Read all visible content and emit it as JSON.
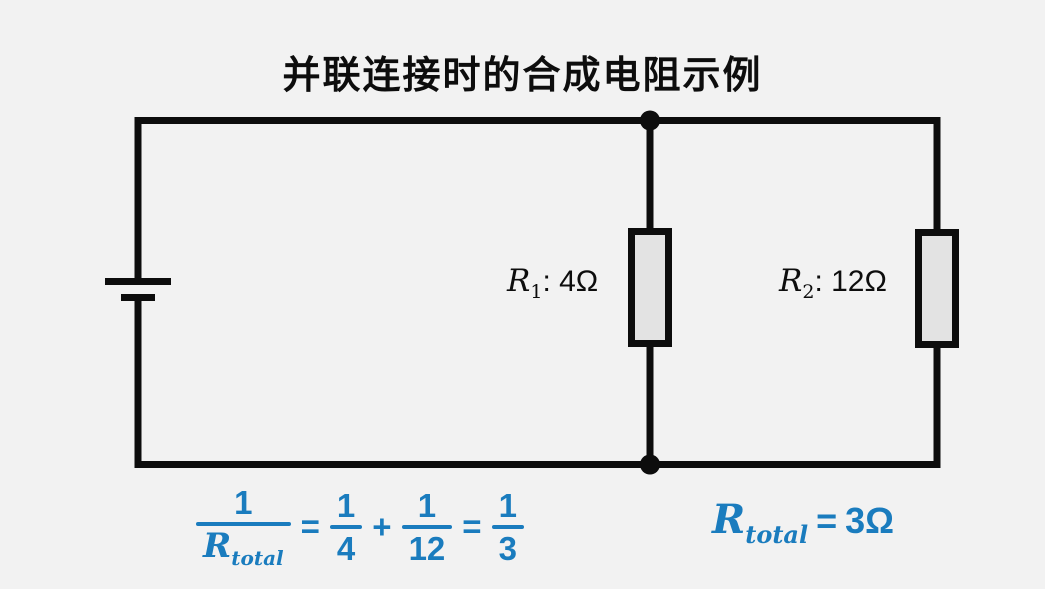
{
  "title": "并联连接时的合成电阻示例",
  "colors": {
    "bg": "#f2f2f2",
    "wire": "#0d0d0d",
    "resistor_fill": "#e3e3e3",
    "accent_blue": "#1a7cbe",
    "text": "#0d0d0d"
  },
  "resistors": [
    {
      "base": "R",
      "sub": "1",
      "value_text": ": 4Ω"
    },
    {
      "base": "R",
      "sub": "2",
      "value_text": ": 12Ω"
    }
  ],
  "formula_left": {
    "num1": "1",
    "den1_base": "R",
    "den1_sub": "total",
    "eq1": "=",
    "frac2_num": "1",
    "frac2_den": "4",
    "plus": "+",
    "frac3_num": "1",
    "frac3_den": "12",
    "eq2": "=",
    "frac4_num": "1",
    "frac4_den": "3"
  },
  "formula_right": {
    "base": "R",
    "sub": "total",
    "eq": "=",
    "value": "3Ω"
  }
}
